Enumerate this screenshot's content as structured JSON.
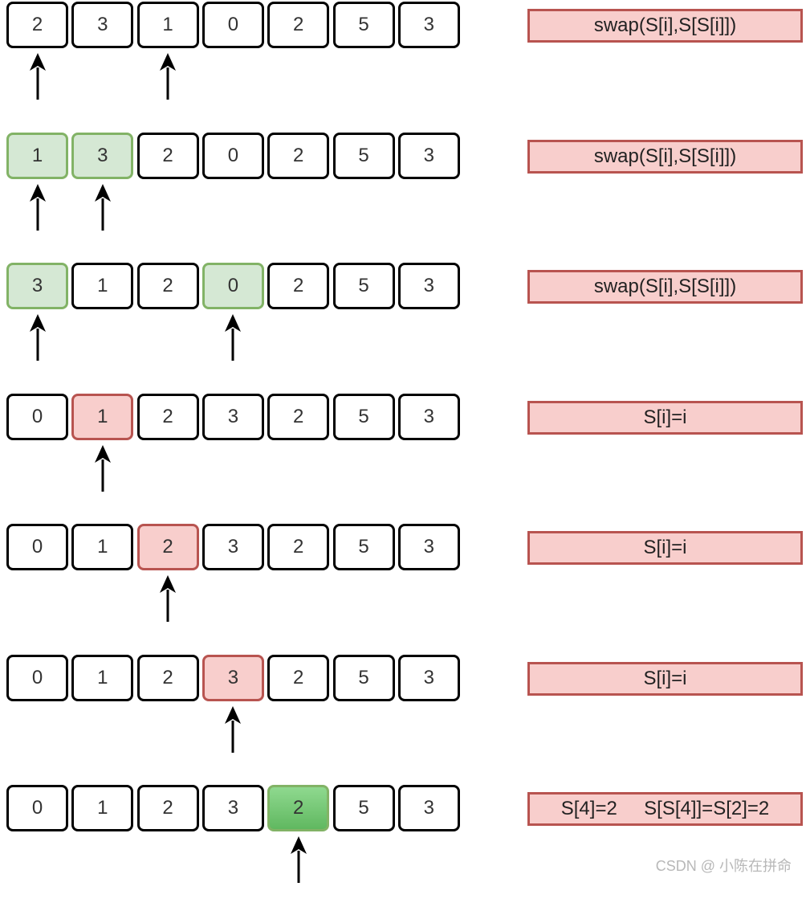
{
  "steps": [
    {
      "cells": [
        "2",
        "3",
        "1",
        "0",
        "2",
        "5",
        "3"
      ],
      "highlight": {},
      "arrows": [
        0,
        2
      ],
      "operation": "swap(S[i],S[S[i]])"
    },
    {
      "cells": [
        "1",
        "3",
        "2",
        "0",
        "2",
        "5",
        "3"
      ],
      "highlight": {
        "0": "swap",
        "1": "swap"
      },
      "arrows": [
        0,
        1
      ],
      "operation": "swap(S[i],S[S[i]])"
    },
    {
      "cells": [
        "3",
        "1",
        "2",
        "0",
        "2",
        "5",
        "3"
      ],
      "highlight": {
        "0": "swap",
        "3": "swap"
      },
      "arrows": [
        0,
        3
      ],
      "operation": "swap(S[i],S[S[i]])"
    },
    {
      "cells": [
        "0",
        "1",
        "2",
        "3",
        "2",
        "5",
        "3"
      ],
      "highlight": {
        "1": "fixed"
      },
      "arrows": [
        1
      ],
      "operation": "S[i]=i"
    },
    {
      "cells": [
        "0",
        "1",
        "2",
        "3",
        "2",
        "5",
        "3"
      ],
      "highlight": {
        "2": "fixed"
      },
      "arrows": [
        2
      ],
      "operation": "S[i]=i"
    },
    {
      "cells": [
        "0",
        "1",
        "2",
        "3",
        "2",
        "5",
        "3"
      ],
      "highlight": {
        "3": "fixed"
      },
      "arrows": [
        3
      ],
      "operation": "S[i]=i"
    },
    {
      "cells": [
        "0",
        "1",
        "2",
        "3",
        "2",
        "5",
        "3"
      ],
      "highlight": {
        "4": "found"
      },
      "arrows": [
        4
      ],
      "operation": "S[4]=2     S[S[4]]=S[2]=2"
    }
  ],
  "colors": {
    "swap_fill": "#d5e8d4",
    "swap_border": "#82b366",
    "fixed_fill": "#f8cecc",
    "fixed_border": "#b85450",
    "found_fill": "#6fc46f",
    "op_fill": "#f8cecc",
    "op_border": "#b85450"
  },
  "arrow_icon": "up-arrow-icon",
  "watermark": "CSDN @ 小陈在拼命"
}
